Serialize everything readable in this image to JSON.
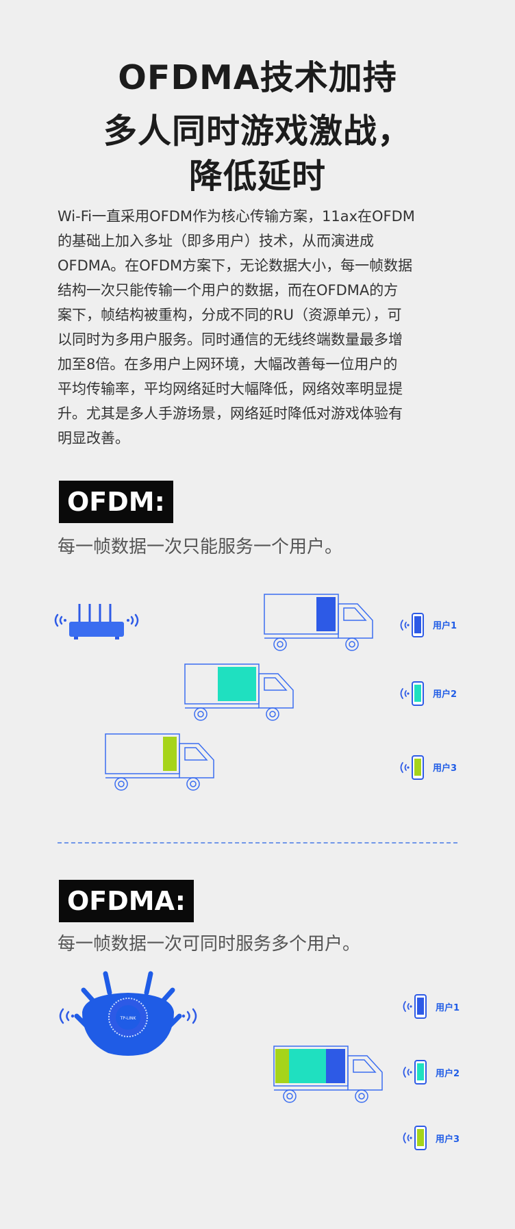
{
  "title": {
    "line1": "OFDMA技术加持",
    "line2": "多人同时游戏激战，",
    "line3": "降低延时"
  },
  "description": "Wi-Fi一直采用OFDM作为核心传输方案，11ax在OFDM\n的基础上加入多址（即多用户）技术，从而演进成\nOFDMA。在OFDM方案下，无论数据大小，每一帧数据\n结构一次只能传输一个用户的数据，而在OFDMA的方\n案下，帧结构被重构，分成不同的RU（资源单元），可\n以同时为多用户服务。同时通信的无线终端数量最多增\n加至8倍。在多用户上网环境，大幅改善每一位用户的\n平均传输率，平均网络延时大幅降低，网络效率明显提\n升。尤其是多人手游场景，网络延时降低对游戏体验有\n明显改善。",
  "ofdm": {
    "label": "OFDM:",
    "subtitle": "每一帧数据一次只能服务一个用户。",
    "users": [
      "用户1",
      "用户2",
      "用户3"
    ]
  },
  "ofdma": {
    "label": "OFDMA:",
    "subtitle": "每一帧数据一次可同时服务多个用户。",
    "router_brand": "TP-LINK",
    "users": [
      "用户1",
      "用户2",
      "用户3"
    ]
  },
  "colors": {
    "user1": "#2d5ae6",
    "user2": "#1fe0c0",
    "user3": "#a6d41a",
    "accent": "#1f5ce6"
  }
}
